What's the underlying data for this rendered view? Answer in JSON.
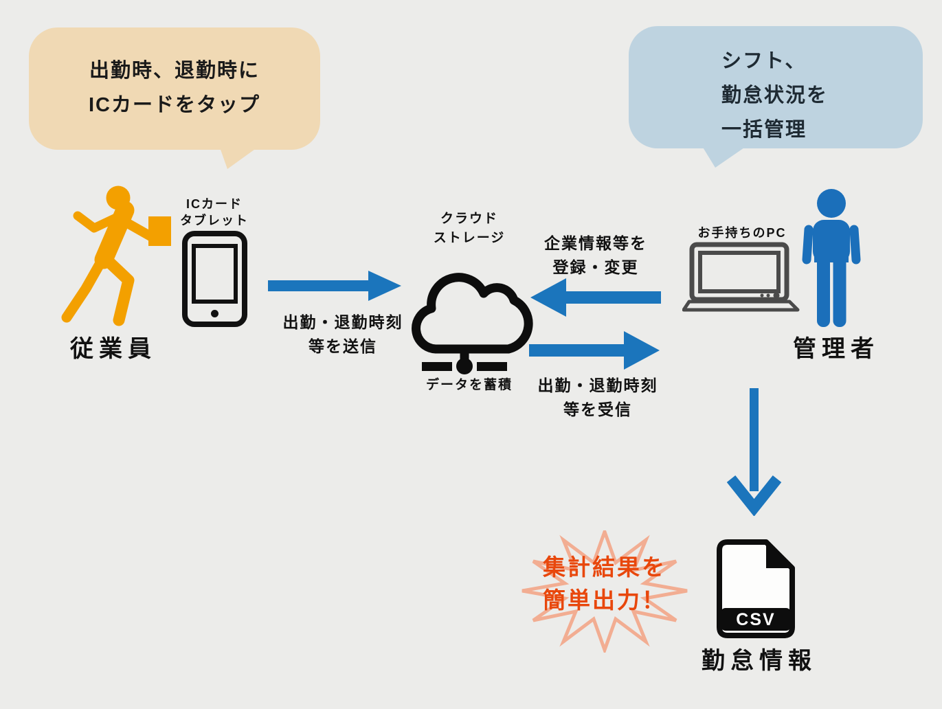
{
  "bubbles": {
    "employee": {
      "line1": "出勤時、退勤時に",
      "line2": "ICカードをタップ"
    },
    "admin": {
      "line1": "シフト、",
      "line2": "勤怠状況を",
      "line3": "一括管理"
    }
  },
  "employee": {
    "label": "従業員",
    "device_line1": "ICカード",
    "device_line2": "タブレット"
  },
  "cloud": {
    "title_line1": "クラウド",
    "title_line2": "ストレージ",
    "caption": "データを蓄積"
  },
  "admin": {
    "label": "管理者",
    "device_label": "お手持ちのPC"
  },
  "flows": {
    "send_line1": "出勤・退勤時刻",
    "send_line2": "等を送信",
    "register_line1": "企業情報等を",
    "register_line2": "登録・変更",
    "receive_line1": "出勤・退勤時刻",
    "receive_line2": "等を受信"
  },
  "output": {
    "burst_line1": "集計結果を",
    "burst_line2": "簡単出力！",
    "file_type": "CSV",
    "label": "勤怠情報"
  },
  "colors": {
    "background": "#ececea",
    "employee_orange": "#f3a000",
    "admin_blue": "#1b6fba",
    "arrow_blue": "#1b75bc",
    "bubble_tan": "#f0d9b4",
    "bubble_blue": "#bed3e0",
    "burst_red": "#e8470c",
    "burst_outline": "#f2ad92",
    "laptop_gray": "#4a4a4a",
    "icon_black": "#0d0d0d"
  }
}
